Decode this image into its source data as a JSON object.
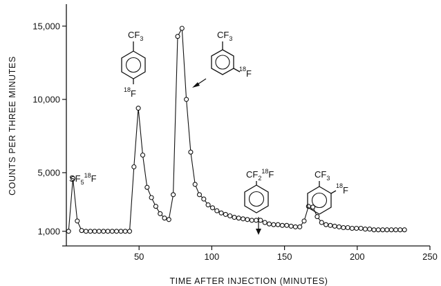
{
  "chart_data": {
    "type": "scatter",
    "title": "",
    "xlabel": "TIME AFTER INJECTION (MINUTES)",
    "ylabel": "COUNTS PER THREE MINUTES",
    "xlim": [
      0,
      250
    ],
    "ylim": [
      0,
      16500
    ],
    "x_ticks": [
      50,
      100,
      150,
      200,
      250
    ],
    "x_tick_labels": [
      "50",
      "100",
      "150",
      "200",
      "250"
    ],
    "y_ticks": [
      1000,
      5000,
      10000,
      15000
    ],
    "y_tick_labels": [
      "1,000",
      "5,000",
      "10,000",
      "15,000"
    ],
    "grid": false,
    "legend": "none",
    "series": [
      {
        "points": [
          [
            1.5,
            1000
          ],
          [
            4.5,
            4600
          ],
          [
            7.5,
            1700
          ],
          [
            10.5,
            1050
          ],
          [
            13.5,
            1000
          ],
          [
            16.5,
            1000
          ],
          [
            19.5,
            1000
          ],
          [
            22.5,
            1000
          ],
          [
            25.5,
            1000
          ],
          [
            28.5,
            1000
          ],
          [
            31.5,
            1000
          ],
          [
            34.5,
            1000
          ],
          [
            37.5,
            1000
          ],
          [
            40.5,
            1000
          ],
          [
            43.5,
            1000
          ],
          [
            46.5,
            5400
          ],
          [
            49.5,
            9400
          ],
          [
            52.5,
            6200
          ],
          [
            55.5,
            4000
          ],
          [
            58.5,
            3300
          ],
          [
            61.5,
            2700
          ],
          [
            64.5,
            2200
          ],
          [
            67.5,
            1900
          ],
          [
            70.5,
            1800
          ],
          [
            73.5,
            3500
          ],
          [
            76.5,
            14300
          ],
          [
            79.5,
            14850
          ],
          [
            82.5,
            10000
          ],
          [
            85.5,
            6400
          ],
          [
            88.5,
            4200
          ],
          [
            91.5,
            3500
          ],
          [
            94.5,
            3200
          ],
          [
            97.5,
            2800
          ],
          [
            100.5,
            2600
          ],
          [
            103.5,
            2400
          ],
          [
            106.5,
            2250
          ],
          [
            109.5,
            2150
          ],
          [
            112.5,
            2050
          ],
          [
            115.5,
            1950
          ],
          [
            118.5,
            1900
          ],
          [
            121.5,
            1850
          ],
          [
            124.5,
            1800
          ],
          [
            127.5,
            1750
          ],
          [
            130.5,
            1750
          ],
          [
            133.5,
            1750
          ],
          [
            136.5,
            1600
          ],
          [
            139.5,
            1500
          ],
          [
            142.5,
            1450
          ],
          [
            145.5,
            1450
          ],
          [
            148.5,
            1400
          ],
          [
            151.5,
            1400
          ],
          [
            154.5,
            1350
          ],
          [
            157.5,
            1300
          ],
          [
            160.5,
            1300
          ],
          [
            163.5,
            1700
          ],
          [
            166.5,
            2700
          ],
          [
            169.5,
            2650
          ],
          [
            172.5,
            2000
          ],
          [
            175.5,
            1600
          ],
          [
            178.5,
            1450
          ],
          [
            181.5,
            1400
          ],
          [
            184.5,
            1350
          ],
          [
            187.5,
            1300
          ],
          [
            190.5,
            1250
          ],
          [
            193.5,
            1250
          ],
          [
            196.5,
            1200
          ],
          [
            199.5,
            1200
          ],
          [
            202.5,
            1200
          ],
          [
            205.5,
            1150
          ],
          [
            208.5,
            1150
          ],
          [
            211.5,
            1100
          ],
          [
            214.5,
            1100
          ],
          [
            217.5,
            1100
          ],
          [
            220.5,
            1100
          ],
          [
            223.5,
            1100
          ],
          [
            226.5,
            1100
          ],
          [
            229.5,
            1100
          ],
          [
            232.5,
            1100
          ]
        ]
      }
    ],
    "annotations": {
      "sf5": {
        "main": "SF",
        "sub": "5",
        "sup": "18",
        "tail": "F"
      },
      "para": {
        "cf3": "CF",
        "cf3_sub": "3",
        "f18_sup": "18",
        "f18": "F"
      },
      "meta": {
        "cf3": "CF",
        "cf3_sub": "3",
        "f18_sup": "18",
        "f18": "F"
      },
      "cf2f": {
        "cf2": "CF",
        "cf2_sub": "2",
        "f18_sup": "18",
        "f18": "F"
      },
      "ortho": {
        "cf3": "CF",
        "cf3_sub": "3",
        "f18_sup": "18",
        "f18": "F"
      }
    }
  }
}
